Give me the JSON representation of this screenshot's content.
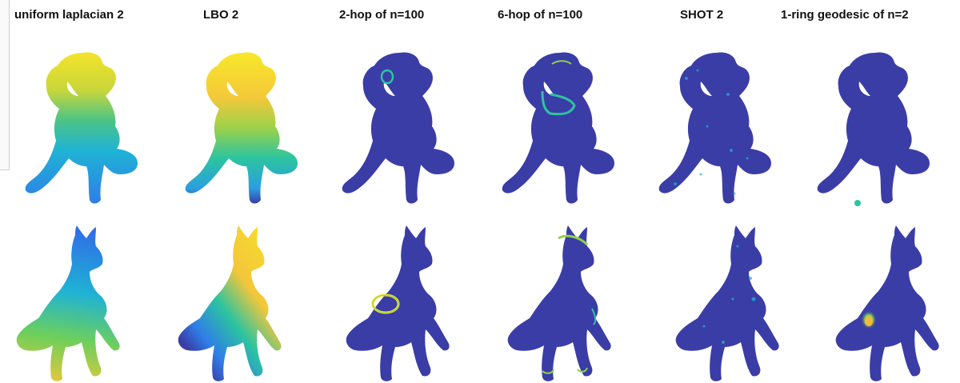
{
  "columns": [
    {
      "title": "uniform laplacian 2"
    },
    {
      "title": "LBO 2"
    },
    {
      "title": "2-hop of n=100"
    },
    {
      "title": "6-hop of n=100"
    },
    {
      "title": "SHOT 2"
    },
    {
      "title": "1-ring geodesic of n=2"
    }
  ],
  "rows": [
    {
      "shape": "human-figure"
    },
    {
      "shape": "wolf-figure"
    }
  ],
  "colors": {
    "background": "#ffffff",
    "base_blue": "#3a3da6",
    "cyan": "#1fb3d5",
    "teal": "#2cc4a0",
    "green": "#8fd04a",
    "yellow": "#f5e32a",
    "orange": "#f4b93a"
  }
}
